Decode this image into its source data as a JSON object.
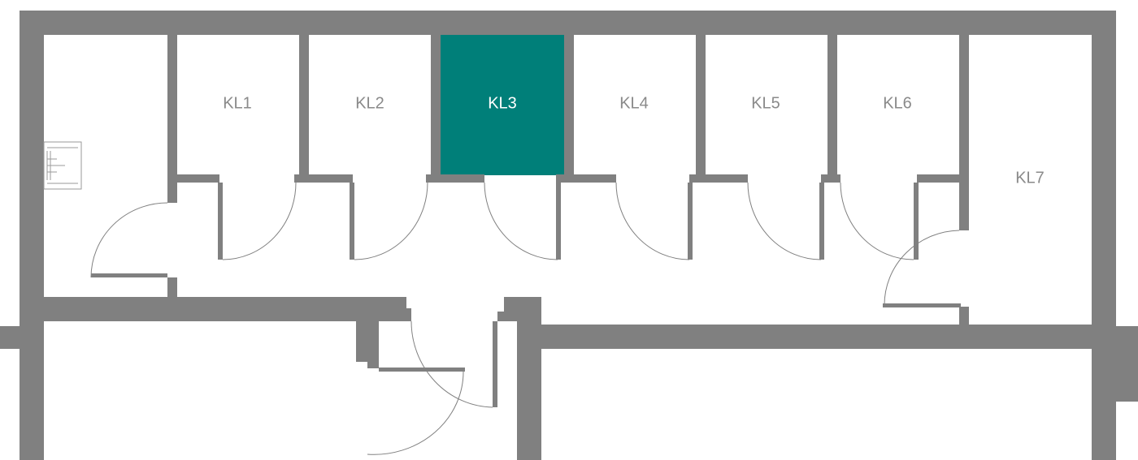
{
  "rooms": {
    "kl1": {
      "label": "KL1",
      "selected": false
    },
    "kl2": {
      "label": "KL2",
      "selected": false
    },
    "kl3": {
      "label": "KL3",
      "selected": true
    },
    "kl4": {
      "label": "KL4",
      "selected": false
    },
    "kl5": {
      "label": "KL5",
      "selected": false
    },
    "kl6": {
      "label": "KL6",
      "selected": false
    },
    "kl7": {
      "label": "KL7",
      "selected": false
    }
  },
  "colors": {
    "wall": "#808080",
    "highlight": "#007F79",
    "label": "#8a8a8a",
    "background": "#ffffff"
  }
}
